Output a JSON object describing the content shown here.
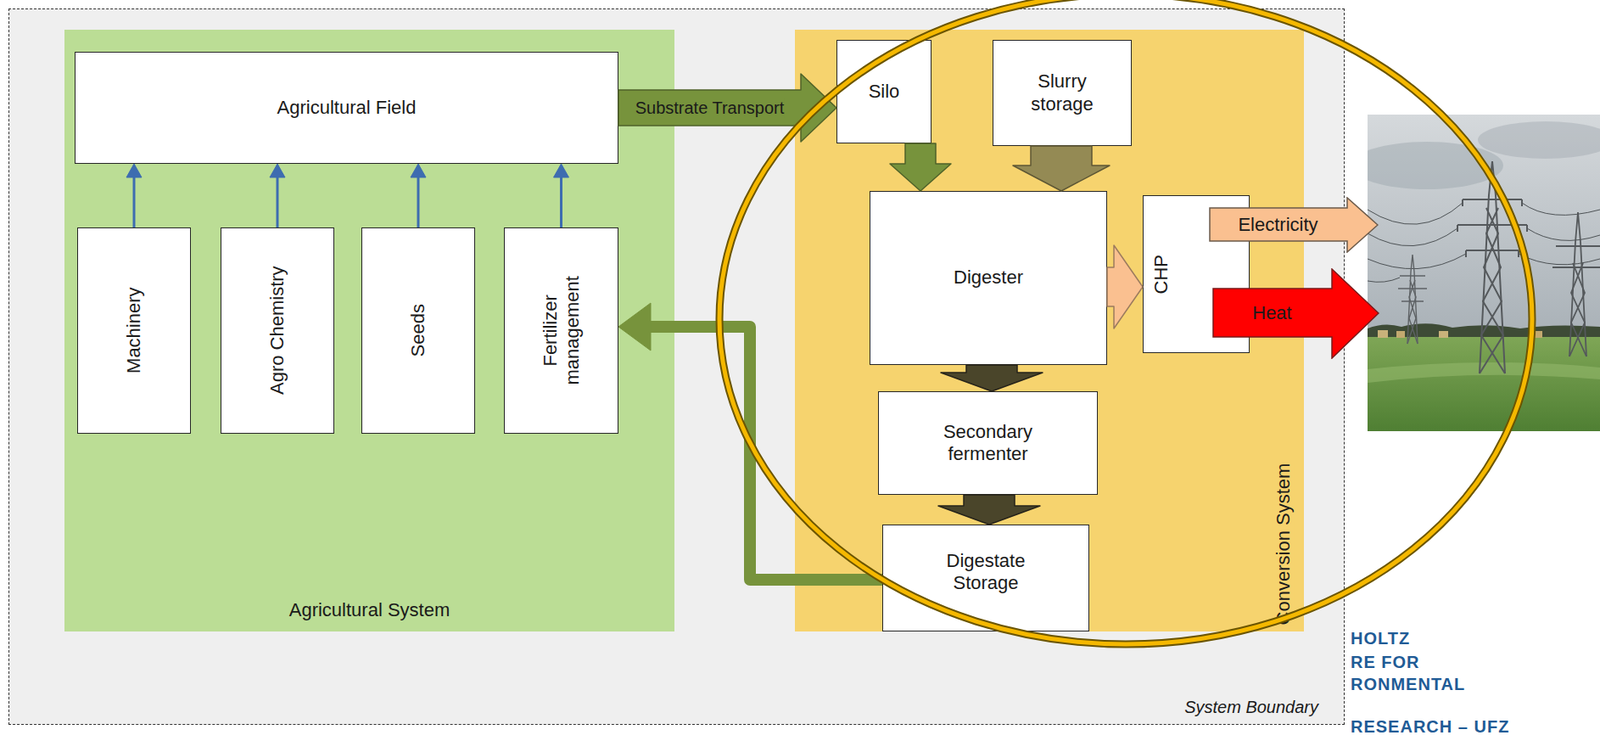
{
  "diagram": {
    "nodes": [
      {
        "text": [
          "System Boundary"
        ]
      },
      {
        "text": [
          "Agricultural System"
        ],
        "in": 0
      },
      {
        "text": [
          "Agricultural Field"
        ],
        "in": 1
      },
      {
        "text": [
          "Machinery"
        ],
        "in": 1
      },
      {
        "text": [
          "Agro Chemistry"
        ],
        "in": 1
      },
      {
        "text": [
          "Seeds"
        ],
        "in": 1
      },
      {
        "text": [
          "Fertilizer management"
        ],
        "in": 1
      },
      {
        "text": [
          "Conversion System"
        ],
        "in": 0
      },
      {
        "text": [
          "Silo"
        ],
        "in": 7
      },
      {
        "text": [
          "Slurry storage"
        ],
        "in": 7
      },
      {
        "text": [
          "Digester"
        ],
        "in": 7
      },
      {
        "text": [
          "CHP"
        ],
        "in": 7
      },
      {
        "text": [
          "Secondary fermenter"
        ],
        "in": 7
      },
      {
        "text": [
          "Digestate Storage"
        ],
        "in": 7
      },
      {
        "text": [
          "Electricity"
        ]
      },
      {
        "text": [
          "Heat"
        ]
      }
    ],
    "edges": [
      {
        "from": 2,
        "to": 8,
        "label": "Substrate Transport",
        "arrow": "to"
      },
      {
        "from": 3,
        "to": 2,
        "arrow": "to"
      },
      {
        "from": 4,
        "to": 2,
        "arrow": "to"
      },
      {
        "from": 5,
        "to": 2,
        "arrow": "to"
      },
      {
        "from": 6,
        "to": 2,
        "arrow": "to"
      },
      {
        "from": 8,
        "to": 10,
        "arrow": "to"
      },
      {
        "from": 9,
        "to": 10,
        "arrow": "to"
      },
      {
        "from": 10,
        "to": 11,
        "arrow": "to"
      },
      {
        "from": 10,
        "to": 12,
        "arrow": "to"
      },
      {
        "from": 12,
        "to": 13,
        "arrow": "to"
      },
      {
        "from": 13,
        "to": 6,
        "arrow": "to"
      }
    ],
    "labels": [
      "HOLTZ",
      "RE FOR",
      "RONMENTAL",
      "RESEARCH – UFZ"
    ]
  }
}
